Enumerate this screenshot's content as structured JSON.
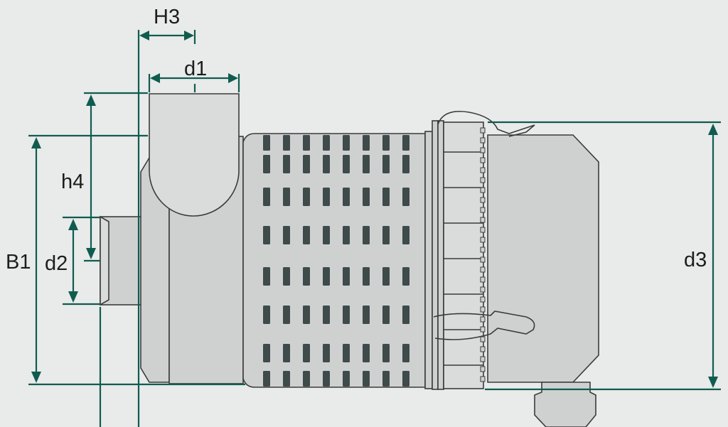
{
  "diagram": {
    "labels": {
      "H3": "H3",
      "d1": "d1",
      "h4": "h4",
      "B1": "B1",
      "d2": "d2",
      "d3": "d3"
    },
    "colors": {
      "background": "#e9eaea",
      "dimension": "#0f5c4f",
      "body": "#cfd1d1",
      "outline": "#3b3b3b",
      "slots": "#3f4a4a"
    }
  }
}
